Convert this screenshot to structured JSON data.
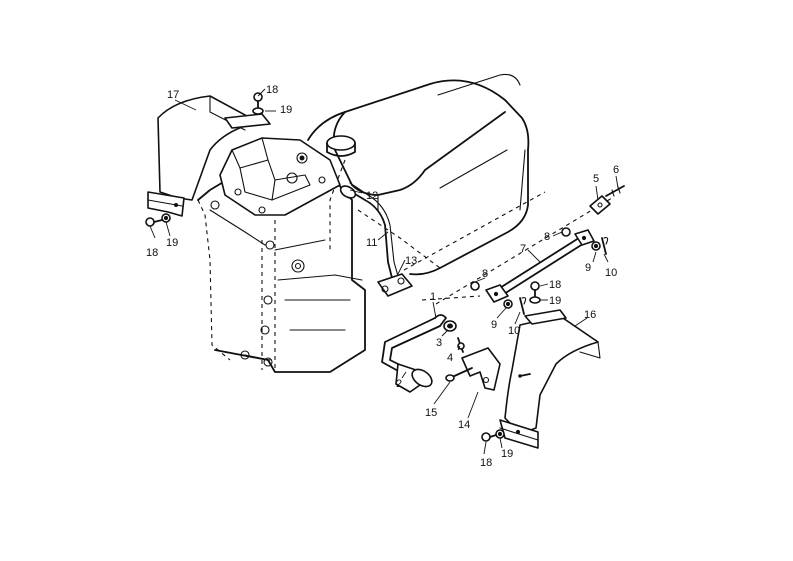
{
  "diagram": {
    "callouts": [
      {
        "id": "c17a",
        "part": "17"
      },
      {
        "id": "c18a",
        "part": "18"
      },
      {
        "id": "c19a",
        "part": "19"
      },
      {
        "id": "c18b",
        "part": "18"
      },
      {
        "id": "c19b",
        "part": "19"
      },
      {
        "id": "c12",
        "part": "12"
      },
      {
        "id": "c11",
        "part": "11"
      },
      {
        "id": "c13",
        "part": "13"
      },
      {
        "id": "c1",
        "part": "1"
      },
      {
        "id": "c2",
        "part": "2"
      },
      {
        "id": "c3",
        "part": "3"
      },
      {
        "id": "c4",
        "part": "4"
      },
      {
        "id": "c5",
        "part": "5"
      },
      {
        "id": "c6",
        "part": "6"
      },
      {
        "id": "c7",
        "part": "7"
      },
      {
        "id": "c8a",
        "part": "8"
      },
      {
        "id": "c8b",
        "part": "8"
      },
      {
        "id": "c9a",
        "part": "9"
      },
      {
        "id": "c10a",
        "part": "10"
      },
      {
        "id": "c18c",
        "part": "18"
      },
      {
        "id": "c19c",
        "part": "19"
      },
      {
        "id": "c9b",
        "part": "9"
      },
      {
        "id": "c10b",
        "part": "10"
      },
      {
        "id": "c16",
        "part": "16"
      },
      {
        "id": "c15",
        "part": "15"
      },
      {
        "id": "c14",
        "part": "14"
      },
      {
        "id": "c18d",
        "part": "18"
      },
      {
        "id": "c19d",
        "part": "19"
      }
    ]
  }
}
